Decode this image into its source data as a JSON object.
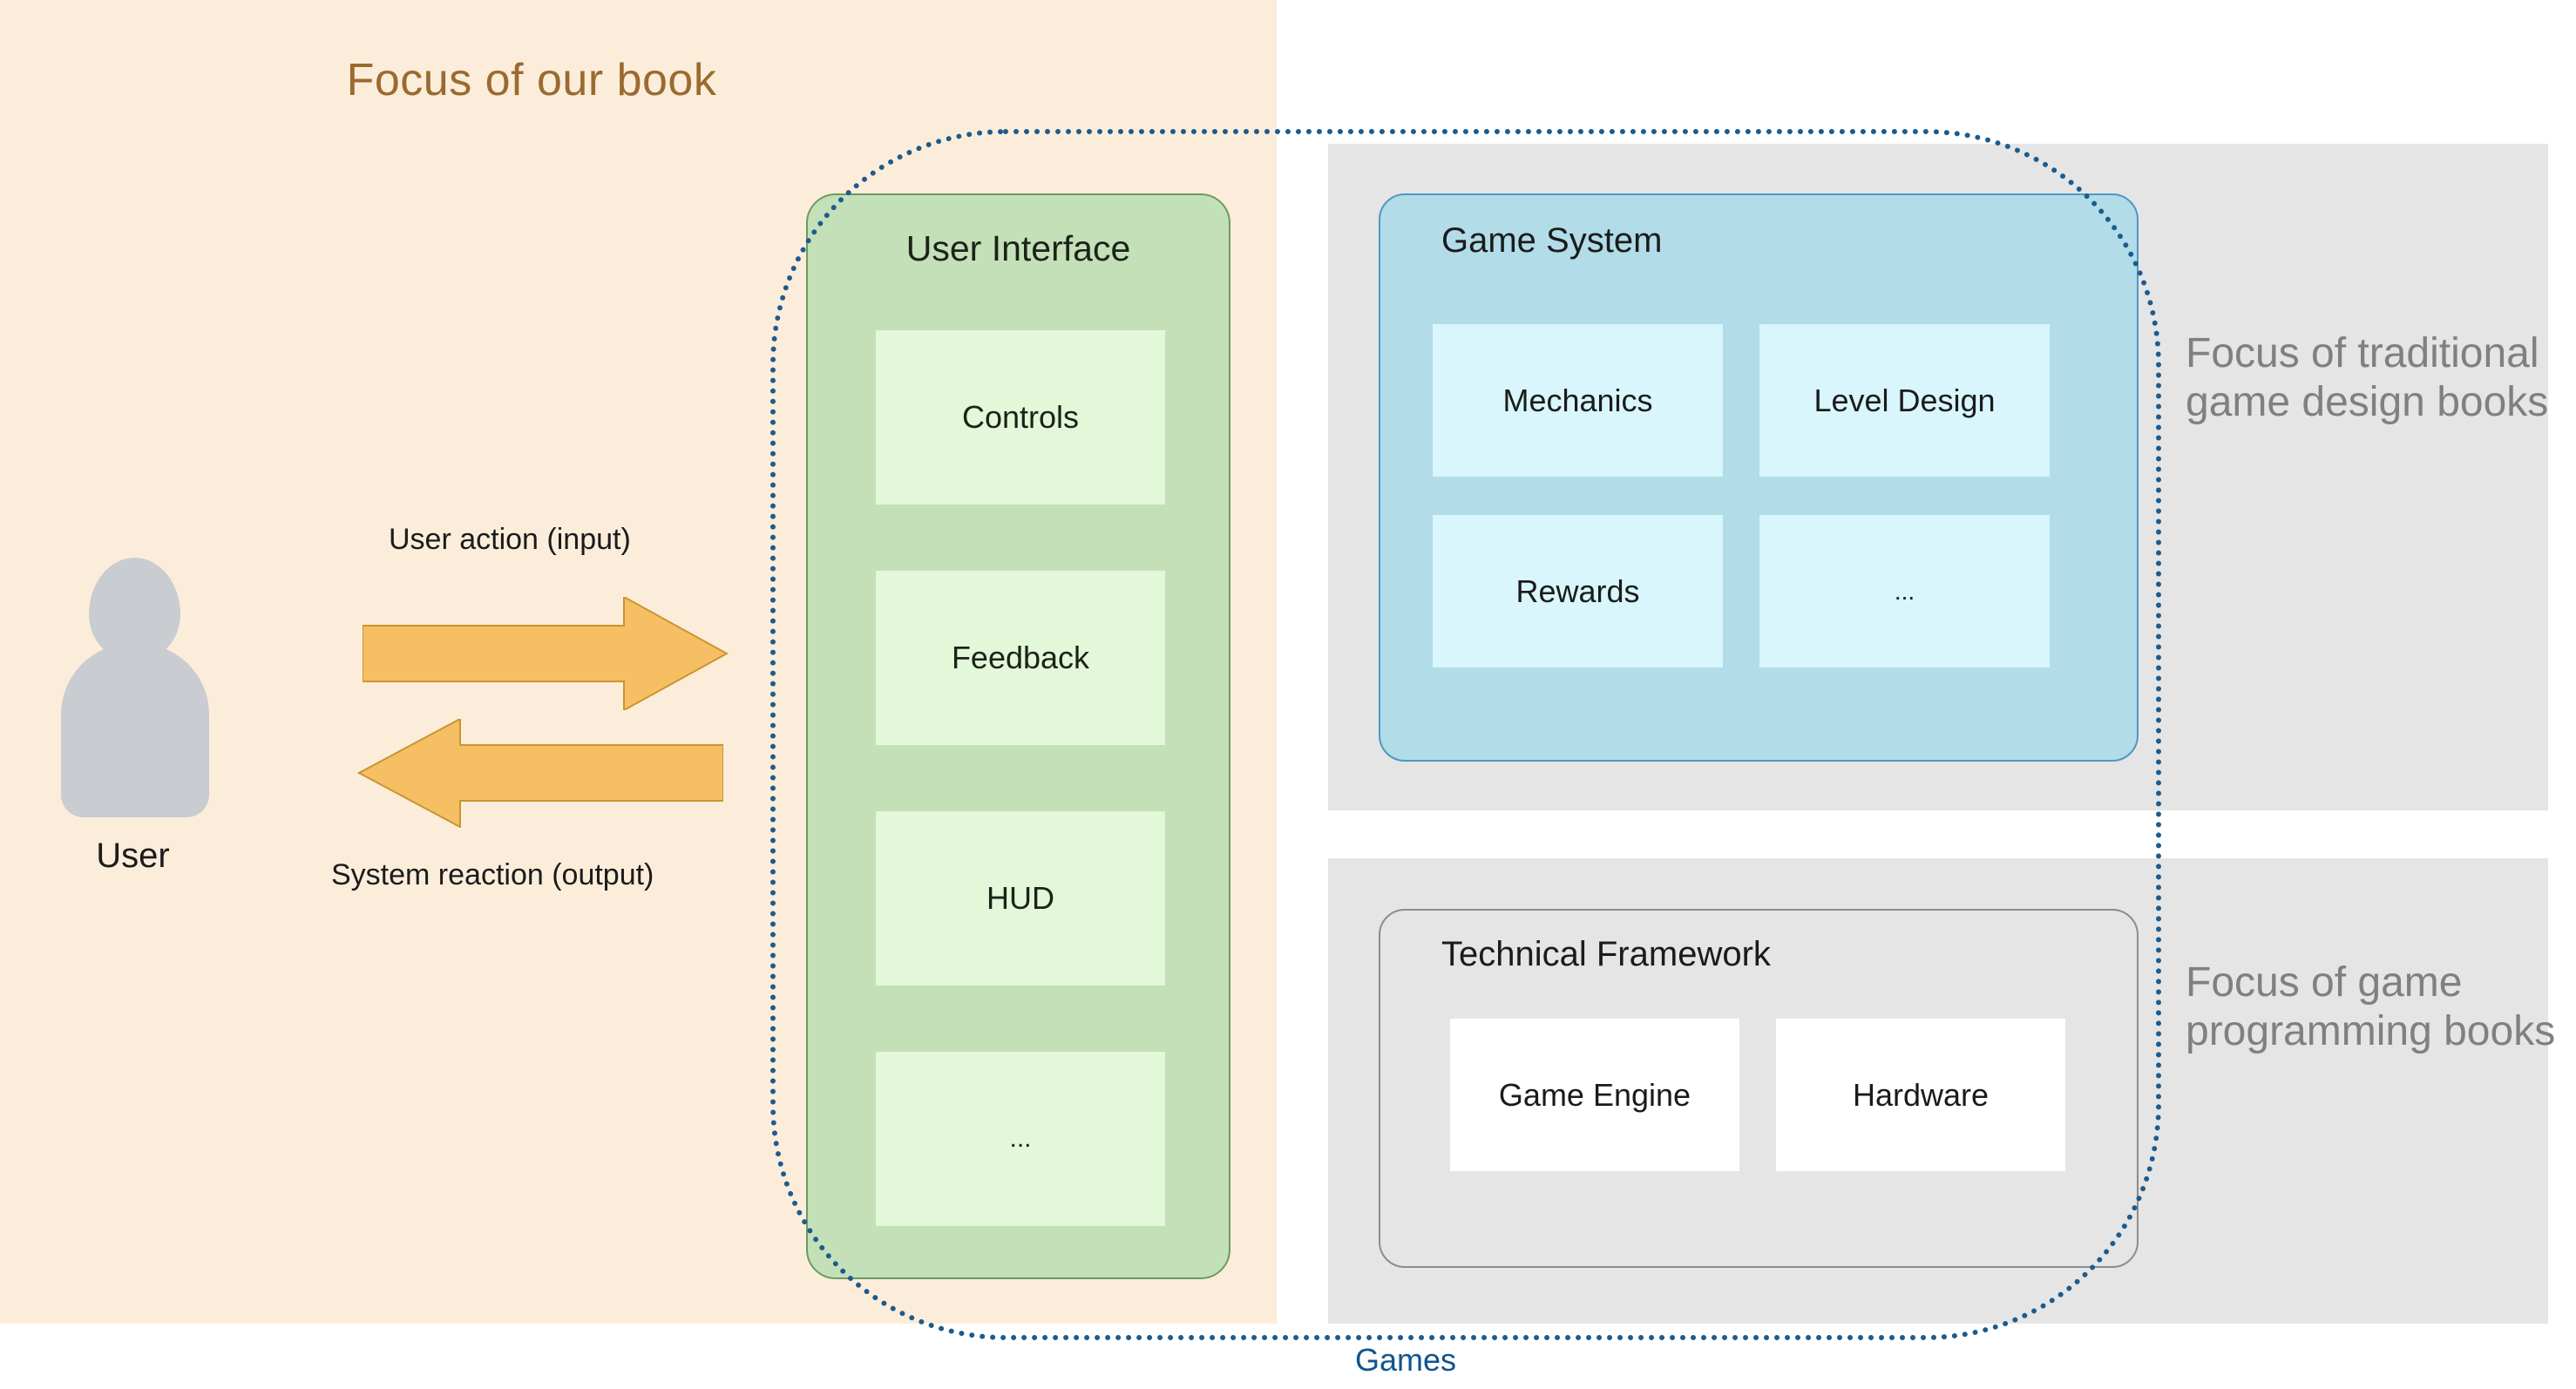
{
  "diagram": {
    "left_panel": {
      "title": "Focus of our book",
      "user": {
        "label": "User",
        "icon": "user-silhouette-icon"
      },
      "flows": [
        {
          "label": "User action (input)",
          "direction": "right",
          "icon": "arrow-right-icon"
        },
        {
          "label": "System reaction (output)",
          "direction": "left",
          "icon": "arrow-left-icon"
        }
      ]
    },
    "boundary": {
      "label": "Games",
      "style": "dotted",
      "color": "#10558d"
    },
    "user_interface": {
      "title": "User Interface",
      "items": [
        {
          "label": "Controls"
        },
        {
          "label": "Feedback"
        },
        {
          "label": "HUD"
        },
        {
          "label": "..."
        }
      ]
    },
    "game_system": {
      "title": "Game System",
      "items": [
        {
          "label": "Mechanics"
        },
        {
          "label": "Level Design"
        },
        {
          "label": "Rewards"
        },
        {
          "label": "..."
        }
      ],
      "note": "Focus of traditional game design books"
    },
    "technical_framework": {
      "title": "Technical Framework",
      "items": [
        {
          "label": "Game Engine"
        },
        {
          "label": "Hardware"
        }
      ],
      "note": "Focus of game programming books"
    },
    "colors": {
      "orange_panel": "#fceddb",
      "book_focus_text": "#9b6a2f",
      "ui_green": "#c3e0b9",
      "ui_cell_green": "#e3f7d9",
      "game_system_blue": "#b1dce8",
      "game_system_cell_blue": "#d8f6fb",
      "grey_panel": "#e5e5e5",
      "note_text": "#808080",
      "arrow_orange": "#f7bf63",
      "boundary_blue": "#1d5b8c",
      "user_grey": "#c9ccd1"
    }
  }
}
